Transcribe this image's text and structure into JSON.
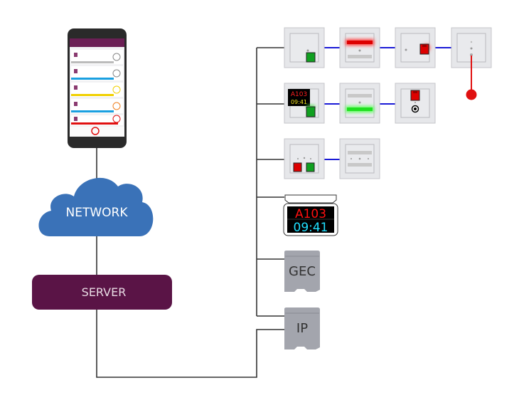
{
  "network": {
    "label": "NETWORK"
  },
  "server": {
    "label": "SERVER"
  },
  "display": {
    "room": "A103",
    "time": "09:41"
  },
  "panel_display": {
    "room": "A103",
    "time": "09:41"
  },
  "gec": {
    "label": "GEC"
  },
  "ip": {
    "label": "IP"
  },
  "colors": {
    "cloud": "#3a72b8",
    "server": "#5a1446",
    "link": "#1a1ad6",
    "wire": "#333333",
    "alarm_red": "#e01010",
    "ok_green": "#10a020",
    "display_red": "#ff1010",
    "display_cyan": "#20e0ff",
    "box_grey": "#a3a5ad"
  }
}
